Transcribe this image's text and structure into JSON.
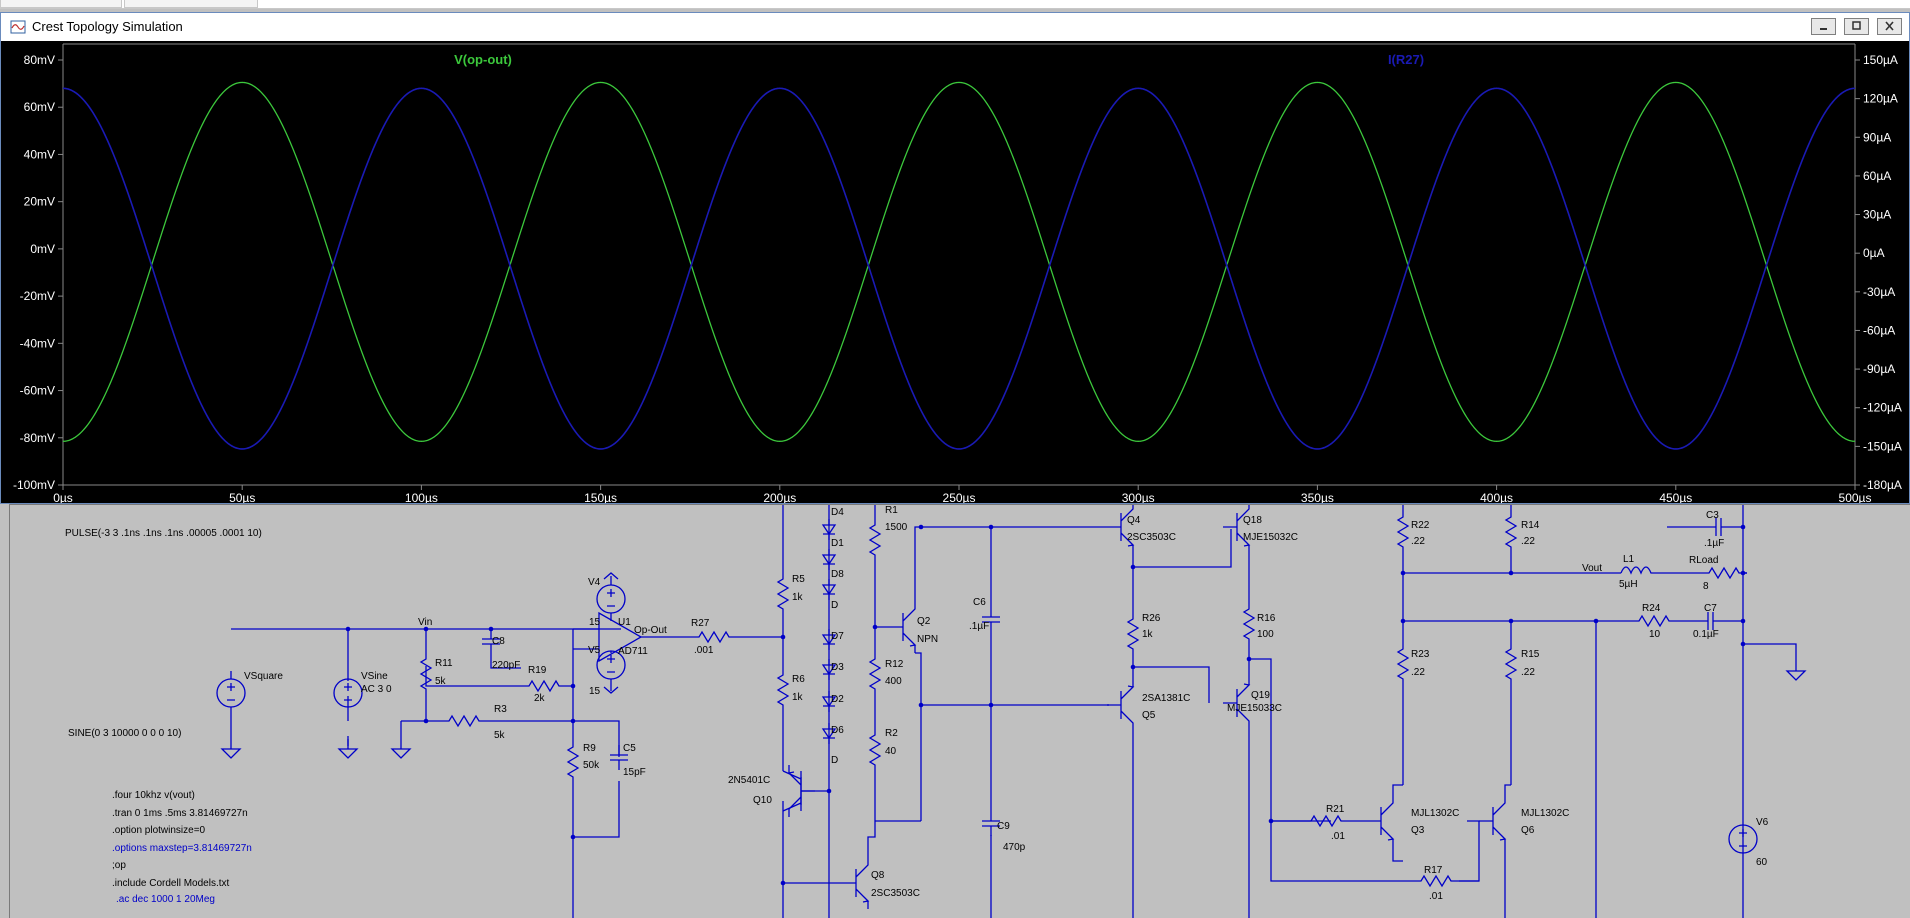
{
  "window": {
    "title": "Crest Topology Simulation"
  },
  "plot": {
    "trace_left_name": "V(op-out)",
    "trace_right_name": "I(R27)",
    "left_ticks": [
      "80mV",
      "60mV",
      "40mV",
      "20mV",
      "0mV",
      "-20mV",
      "-40mV",
      "-60mV",
      "-80mV",
      "-100mV"
    ],
    "right_ticks": [
      "150µA",
      "120µA",
      "90µA",
      "60µA",
      "30µA",
      "0µA",
      "-30µA",
      "-60µA",
      "-90µA",
      "-120µA",
      "-150µA",
      "-180µA"
    ],
    "x_ticks": [
      "0µs",
      "50µs",
      "100µs",
      "150µs",
      "200µs",
      "250µs",
      "300µs",
      "350µs",
      "400µs",
      "450µs",
      "500µs"
    ]
  },
  "chart_data": {
    "type": "line",
    "x_unit": "µs",
    "xlim": [
      0,
      500
    ],
    "left_axis": {
      "unit": "mV",
      "ylim": [
        -100,
        80
      ]
    },
    "right_axis": {
      "unit": "µA",
      "ylim": [
        -180,
        150
      ]
    },
    "series": [
      {
        "name": "V(op-out)",
        "axis": "left",
        "color": "#3cc83c",
        "frequency_khz": 10,
        "offset": -5.5,
        "amplitude": 76,
        "peak_time_us": 50
      },
      {
        "name": "I(R27)",
        "axis": "right",
        "color": "#1a1ab4",
        "frequency_khz": 10,
        "offset": -12,
        "amplitude": 140,
        "peak_time_us": 0
      }
    ]
  },
  "colors": {
    "plot_background": "#000000",
    "trace_left": "#3cc83c",
    "trace_right": "#1a1ab4",
    "schematic_background": "#c0c0c0",
    "wire": "#0000c8",
    "directive_blue": "#0000c8"
  },
  "schematic": {
    "directives": {
      "pulse": "PULSE(-3 3 .1ns .1ns .1ns .00005 .0001 10)",
      "sine": "SINE(0 3 10000 0 0 0 10)",
      "four": ".four 10khz v(vout)",
      "tran": ".tran 0 1ms .5ms 3.81469727n",
      "option_plot": ".option plotwinsize=0",
      "options_maxstep": ".options maxstep=3.81469727n",
      "op": ";op",
      "include": ".include Cordell Models.txt",
      "ac": ".ac dec 1000 1 20Meg"
    },
    "labels": {
      "vsquare": "VSquare",
      "vsine": "VSine",
      "vsine_val": "AC 3 0",
      "vin": "Vin",
      "r11": "R11",
      "r11_val": "5k",
      "c8": "C8",
      "c8_val": "220pF",
      "r19": "R19",
      "r19_val": "2k",
      "r3": "R3",
      "r3_val": "5k",
      "r9": "R9",
      "r9_val": "50k",
      "c5": "C5",
      "c5_val": "15pF",
      "v4": "V4",
      "v5": "V5",
      "v5_val": "15",
      "u1": "U1",
      "u1_val": "AD711",
      "u1_pin": "15",
      "opout": "Op-Out",
      "r27": "R27",
      "r27_val": ".001",
      "r5": "R5",
      "r5_val": "1k",
      "r6": "R6",
      "r6_val": "1k",
      "q10": "Q10",
      "q10_val": "2N5401C",
      "d4": "D4",
      "d1": "D1",
      "d8": "D8",
      "d8_val": "D",
      "d7": "D7",
      "d3": "D3",
      "d2": "D2",
      "d6": "D6",
      "d6_val": "D",
      "r1_val": "1500",
      "r1": "R1",
      "q2": "Q2",
      "q2_val": "NPN",
      "r12": "R12",
      "r12_val": "400",
      "r2": "R2",
      "r2_val": "40",
      "q8": "Q8",
      "q8_val": "2SC3503C",
      "c6": "C6",
      "c6_val": ".1µF",
      "c9": "C9",
      "c9_val": "470p",
      "q4": "Q4",
      "q4_val": "2SC3503C",
      "r26": "R26",
      "r26_val": "1k",
      "q5": "Q5",
      "q5_val": "2SA1381C",
      "q18": "Q18",
      "q18_val": "MJE15032C",
      "r16": "R16",
      "r16_val": "100",
      "q19": "Q19",
      "q19_val": "MJE15033C",
      "r22": "R22",
      "r22_val": ".22",
      "r23": "R23",
      "r23_val": ".22",
      "r14": "R14",
      "r14_val": ".22",
      "r15": "R15",
      "r15_val": ".22",
      "r21": "R21",
      "r21_val": ".01",
      "q3": "Q3",
      "q3_val": "MJL1302C",
      "q6": "Q6",
      "q6_val": "MJL1302C",
      "r17": "R17",
      "r17_val": ".01",
      "vout": "Vout",
      "l1": "L1",
      "l1_val": "5µH",
      "rload": "RLoad",
      "rload_val": "8",
      "c3": "C3",
      "c3_val": ".1µF",
      "r24": "R24",
      "r24_val": "10",
      "c7": "C7",
      "c7_val": "0.1µF",
      "v6": "V6",
      "v6_val": "60"
    }
  }
}
